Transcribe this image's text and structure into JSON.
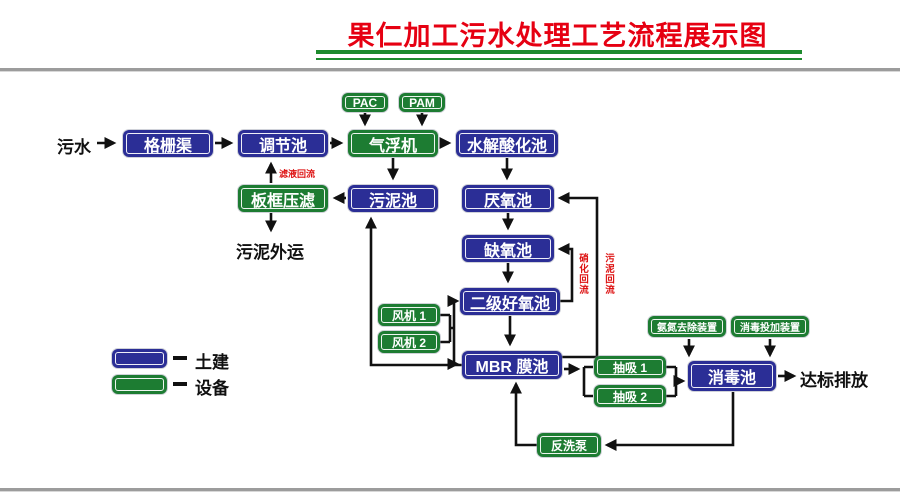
{
  "title": "果仁加工污水处理工艺流程展示图",
  "nodes": {
    "inflow": "污水",
    "grid_channel": "格栅渠",
    "regulating_tank": "调节池",
    "air_flotation": "气浮机",
    "pac": "PAC",
    "pam": "PAM",
    "hydrolysis_tank": "水解酸化池",
    "sludge_tank": "污泥池",
    "plate_press": "板框压滤",
    "sludge_out": "污泥外运",
    "anaerobic_tank": "厌氧池",
    "anoxic_tank": "缺氧池",
    "secondary_aerobic_tank": "二级好氧池",
    "fan1": "风机 1",
    "fan2": "风机 2",
    "mbr_tank": "MBR 膜池",
    "suction1": "抽吸 1",
    "suction2": "抽吸 2",
    "ammonia_removal": "氨氮去除装置",
    "disinfectant_dosing": "消毒投加装置",
    "disinfection_tank": "消毒池",
    "backwash_pump": "反洗泵",
    "discharge": "达标排放"
  },
  "flow_labels": {
    "filtrate_return": "滤液回流",
    "nitrification_return": "硝化回流",
    "sludge_return": "污泥回流"
  },
  "legend": {
    "civil_label": "土建",
    "equipment_label": "设备"
  },
  "colors": {
    "civil_blue": "#2b2e96",
    "equipment_green": "#1d7c32",
    "title_red": "#e60012",
    "flow_label_red": "#dd1111",
    "line_black": "#111111"
  }
}
